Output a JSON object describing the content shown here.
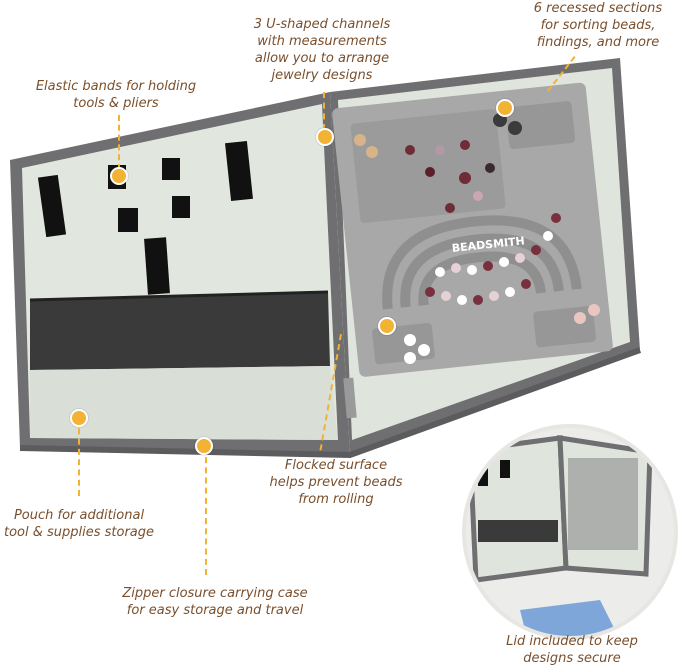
{
  "callouts": {
    "u_channels": [
      "3 U-shaped channels",
      "with measurements",
      "allow you to arrange",
      "jewelry designs"
    ],
    "recessed": [
      "6 recessed sections",
      "for sorting beads,",
      "findings, and more"
    ],
    "elastic": [
      "Elastic bands for holding",
      "tools & pliers"
    ],
    "flocked": [
      "Flocked surface",
      "helps prevent beads",
      "from rolling"
    ],
    "pouch": [
      "Pouch for additional",
      "tool & supplies storage"
    ],
    "zipper": [
      "Zipper closure carrying case",
      "for easy storage and travel"
    ],
    "lid": [
      "Lid included to keep",
      "designs secure"
    ]
  },
  "board": {
    "brand": "BEADSMITH"
  },
  "colors": {
    "accent": "#f2b233",
    "text": "#7a4f2c",
    "case": "#6b6b6e",
    "lining": "#dfe5dc",
    "board": "#a9aaa9"
  }
}
